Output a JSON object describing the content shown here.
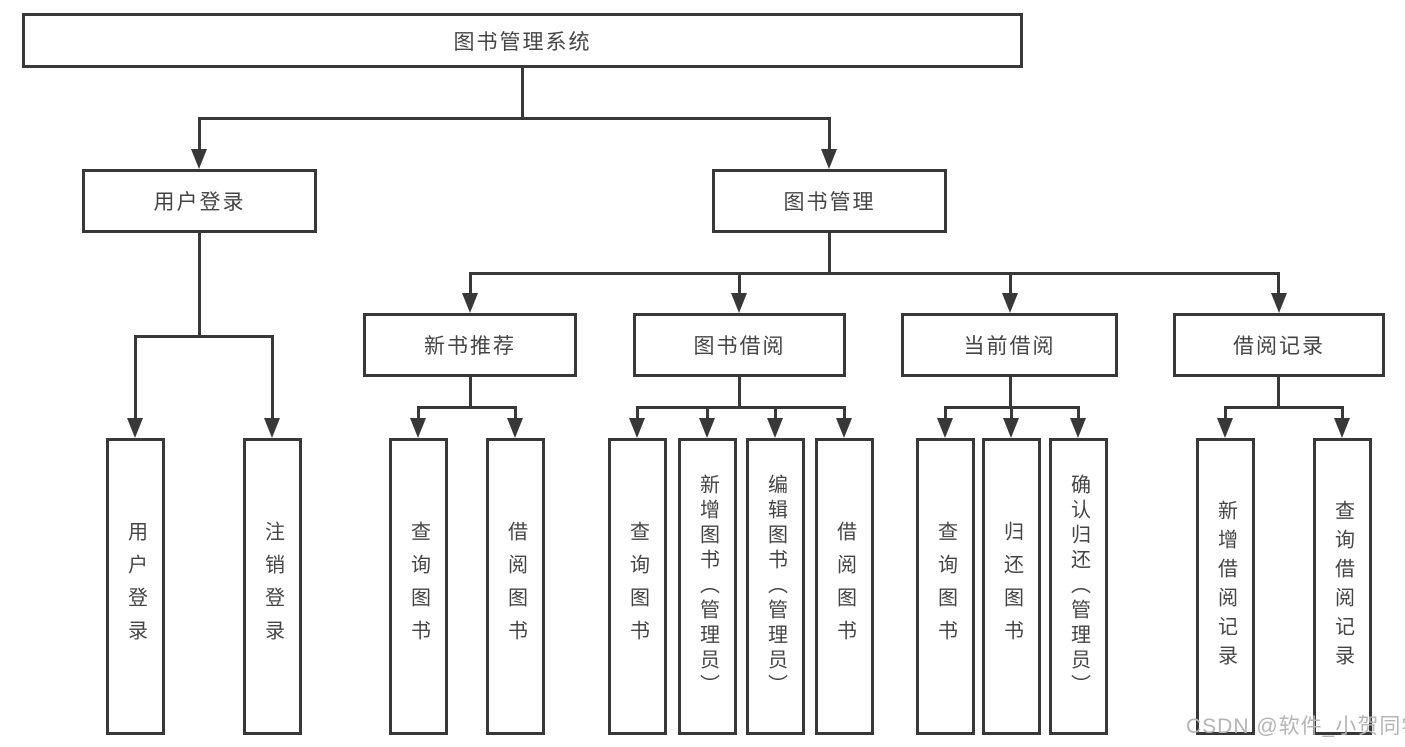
{
  "watermark": "CSDN @软件_小贺同学",
  "colors": {
    "line": "#383838",
    "text": "#454545",
    "watermark": "#b4b4b4",
    "background": "#ffffff"
  },
  "nodes": {
    "root": "图书管理系统",
    "user_login": "用户登录",
    "book_management": "图书管理",
    "user_login_children": {
      "login": "用户登录",
      "logout": "注销登录"
    },
    "book_management_children": {
      "new_book_recommend": "新书推荐",
      "book_borrow": "图书借阅",
      "current_borrow": "当前借阅",
      "borrow_records": "借阅记录"
    },
    "new_book_recommend_children": {
      "query_books": "查询图书",
      "borrow_books": "借阅图书"
    },
    "book_borrow_children": {
      "query_books": "查询图书",
      "add_books": "新增图书（管理员）",
      "edit_books": "编辑图书（管理员）",
      "borrow_books": "借阅图书"
    },
    "current_borrow_children": {
      "query_books": "查询图书",
      "return_books": "归还图书",
      "confirm_return": "确认归还（管理员）"
    },
    "borrow_records_children": {
      "add_record": "新增借阅记录",
      "query_record": "查询借阅记录"
    }
  }
}
